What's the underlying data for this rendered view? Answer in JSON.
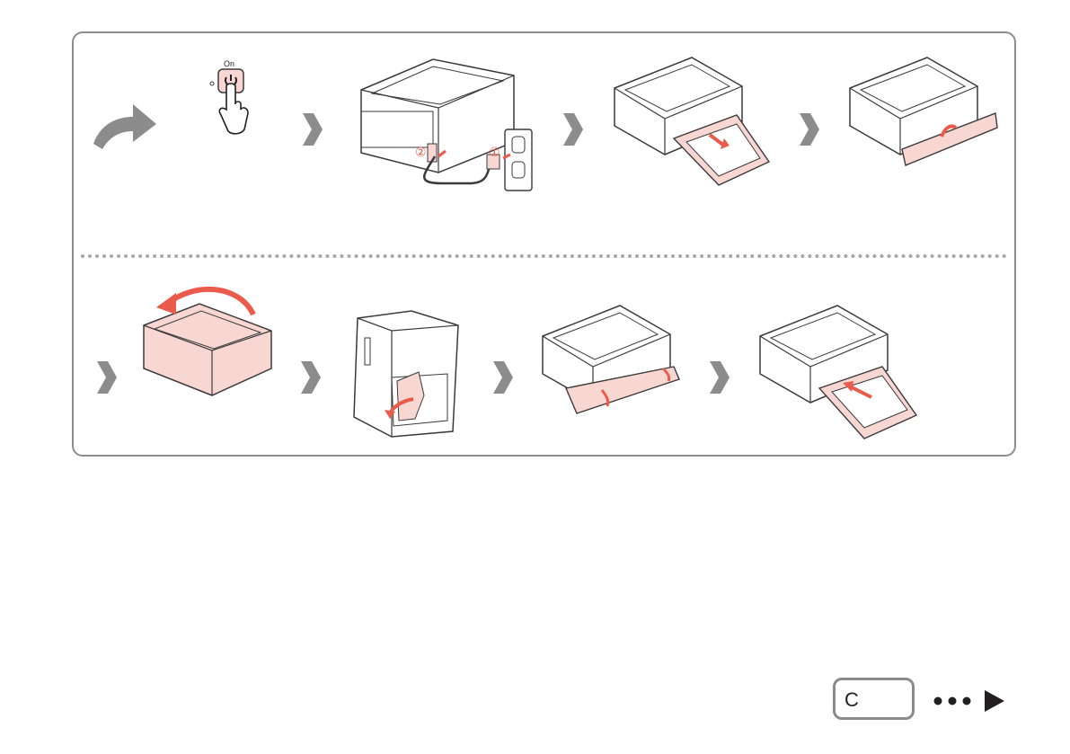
{
  "panel": {
    "power_button_label": "On",
    "plug_step_labels": [
      "②",
      "①"
    ]
  },
  "footer": {
    "section_letter": "C",
    "next_icon": "dots-arrow-right-icon"
  },
  "colors": {
    "accent_fill": "#f8d7d3",
    "arrow_red": "#ea5b4b",
    "step_arrow_gray": "#8c8c8c",
    "line": "#3a3a3a"
  }
}
